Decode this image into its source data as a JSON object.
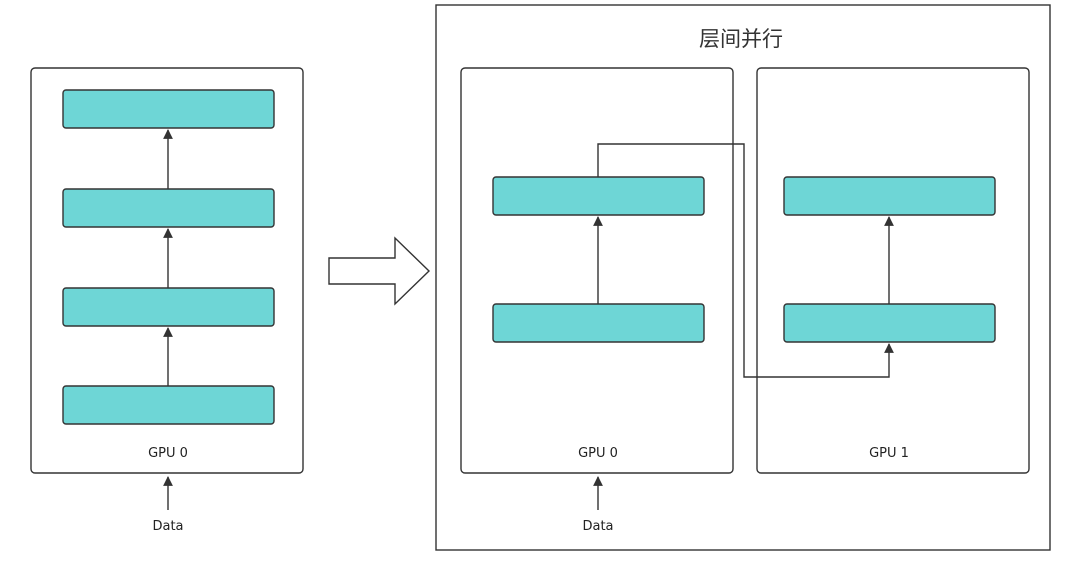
{
  "title": "层间并行",
  "left_panel": {
    "gpu_label": "GPU 0",
    "input_label": "Data"
  },
  "right_panel": {
    "gpu0_label": "GPU 0",
    "gpu1_label": "GPU 1",
    "input_label": "Data"
  },
  "colors": {
    "layer_fill": "#6ed6d6",
    "stroke": "#333333"
  }
}
